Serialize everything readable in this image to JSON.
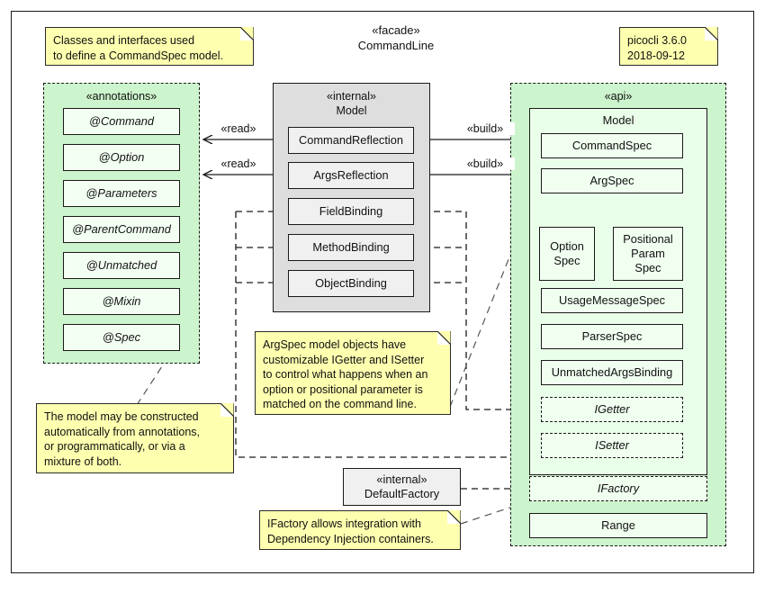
{
  "diagram": {
    "title_stereotype": "«facade»",
    "title_name": "CommandLine",
    "version_note": "picocli 3.6.0\n2018-09-12",
    "version_note_line1": "picocli 3.6.0",
    "version_note_line2": "2018-09-12"
  },
  "notes": {
    "top_left": {
      "line1": "Classes and interfaces used",
      "line2": "to define a CommandSpec model."
    },
    "model_construction": {
      "line1": "The model may be constructed",
      "line2": "automatically from annotations,",
      "line3": "or programmatically, or via a",
      "line4": "mixture of both."
    },
    "argspec_getter_setter": {
      "line1": "ArgSpec model objects have",
      "line2": "customizable IGetter and ISetter",
      "line3": "to control what happens when an",
      "line4": "option or positional parameter is",
      "line5": "matched on the command line."
    },
    "ifactory": {
      "line1": "IFactory allows integration with",
      "line2": "Dependency Injection containers."
    }
  },
  "packages": {
    "annotations": {
      "label": "«annotations»",
      "classes": [
        {
          "name": "@Command"
        },
        {
          "name": "@Option"
        },
        {
          "name": "@Parameters"
        },
        {
          "name": "@ParentCommand"
        },
        {
          "name": "@Unmatched"
        },
        {
          "name": "@Mixin"
        },
        {
          "name": "@Spec"
        }
      ]
    },
    "internal_model": {
      "stereotype": "«internal»",
      "label": "Model",
      "classes": [
        {
          "name": "CommandReflection"
        },
        {
          "name": "ArgsReflection"
        },
        {
          "name": "FieldBinding"
        },
        {
          "name": "MethodBinding"
        },
        {
          "name": "ObjectBinding"
        }
      ]
    },
    "api": {
      "label": "«api»",
      "model_group_label": "Model",
      "model_classes": [
        {
          "name": "CommandSpec"
        },
        {
          "name": "ArgSpec"
        },
        {
          "name": "OptionSpec",
          "line1": "Option",
          "line2": "Spec"
        },
        {
          "name": "PositionalParamSpec",
          "line1": "Positional",
          "line2": "Param",
          "line3": "Spec"
        },
        {
          "name": "UsageMessageSpec"
        },
        {
          "name": "ParserSpec"
        },
        {
          "name": "UnmatchedArgsBinding"
        },
        {
          "name": "IGetter",
          "interface": true
        },
        {
          "name": "ISetter",
          "interface": true
        }
      ],
      "outer_classes": [
        {
          "name": "IFactory",
          "interface": true
        },
        {
          "name": "Range"
        }
      ]
    },
    "default_factory": {
      "stereotype": "«internal»",
      "label": "DefaultFactory"
    }
  },
  "edges": [
    {
      "id": "read-command",
      "label": "«read»"
    },
    {
      "id": "read-args",
      "label": "«read»"
    },
    {
      "id": "build-command",
      "label": "«build»"
    },
    {
      "id": "build-args",
      "label": "«build»"
    }
  ],
  "colors": {
    "note_fill": "#ffffb0",
    "package_green": "#cdf5cd",
    "package_grey": "#dedede",
    "class_green": "#f0fff0",
    "class_grey": "#f0f0f0",
    "line": "#1a1a1a"
  }
}
